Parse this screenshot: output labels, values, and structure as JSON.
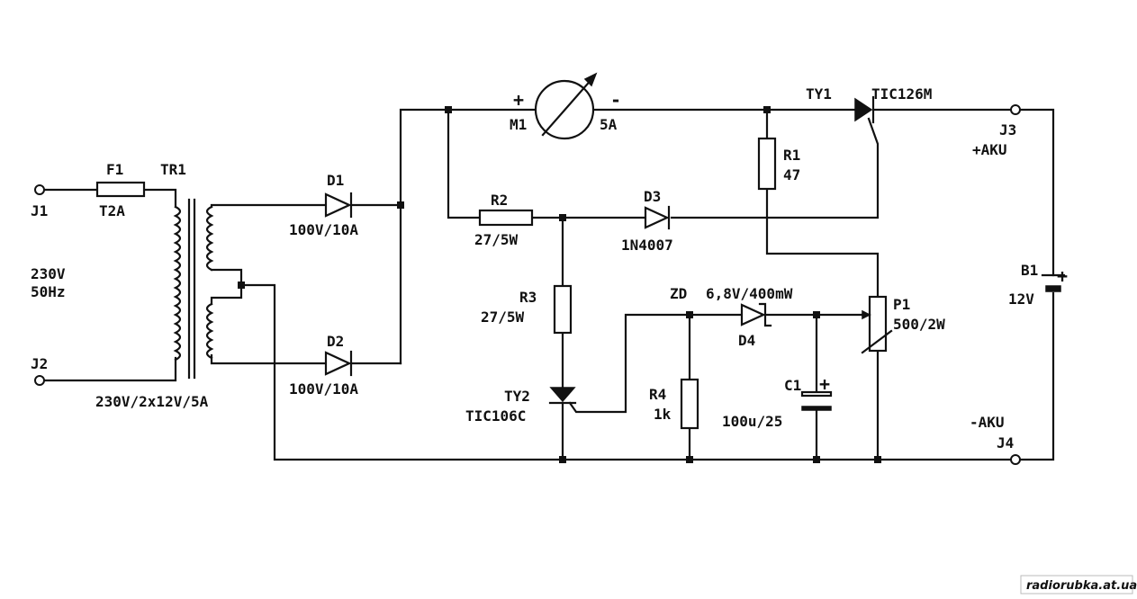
{
  "terminals": {
    "j1": "J1",
    "j2": "J2",
    "j3": "J3",
    "j3_note": "+AKU",
    "j4": "J4",
    "j4_note": "-AKU"
  },
  "mains": {
    "voltage": "230V",
    "frequency": "50Hz"
  },
  "fuse": {
    "ref": "F1",
    "value": "T2A"
  },
  "transformer": {
    "ref": "TR1",
    "value": "230V/2x12V/5A"
  },
  "diodes": {
    "d1_ref": "D1",
    "d1_value": "100V/10A",
    "d2_ref": "D2",
    "d2_value": "100V/10A",
    "d3_ref": "D3",
    "d3_value": "1N4007",
    "d4_ref": "D4",
    "zd_prefix": "ZD",
    "d4_value": "6,8V/400mW"
  },
  "meter": {
    "ref": "M1",
    "value": "5A",
    "plus": "+",
    "minus": "-"
  },
  "thyristors": {
    "ty1_ref": "TY1",
    "ty1_value": "TIC126M",
    "ty2_ref": "TY2",
    "ty2_value": "TIC106C"
  },
  "resistors": {
    "r1_ref": "R1",
    "r1_value": "47",
    "r2_ref": "R2",
    "r2_value": "27/5W",
    "r3_ref": "R3",
    "r3_value": "27/5W",
    "r4_ref": "R4",
    "r4_value": "1k"
  },
  "capacitor": {
    "ref": "C1",
    "value": "100u/25",
    "plus": "+"
  },
  "potentiometer": {
    "ref": "P1",
    "value": "500/2W"
  },
  "battery": {
    "ref": "B1",
    "value": "12V",
    "plus": "+"
  },
  "watermark": "radiorubka.at.ua"
}
